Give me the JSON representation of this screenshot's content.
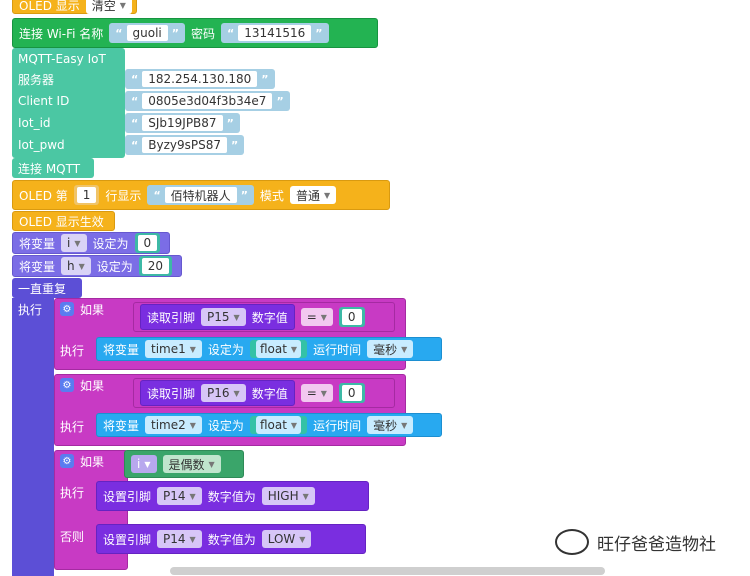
{
  "oled_show": {
    "label": "OLED 显示",
    "mode": "清空"
  },
  "wifi": {
    "label": "连接 Wi-Fi 名称",
    "ssid": "guoli",
    "pwd_label": "密码",
    "password": "13141516"
  },
  "mqtt": {
    "title": "MQTT-Easy IoT",
    "server_label": "服务器",
    "server": "182.254.130.180",
    "client_label": "Client ID",
    "client": "0805e3d04f3b34e7",
    "iotid_label": "Iot_id",
    "iotid": "SJb19JPB87",
    "iotpwd_label": "Iot_pwd",
    "iotpwd": "Byzy9sPS87"
  },
  "connect_mqtt": "连接 MQTT",
  "oled_line": {
    "oled": "OLED 第",
    "line": "1",
    "line_label": "行显示",
    "text": "佰特机器人",
    "mode_label": "模式",
    "mode": "普通"
  },
  "oled_effect": "OLED 显示生效",
  "set_i": {
    "label": "将变量",
    "var": "i",
    "to": "设定为",
    "value": "0"
  },
  "set_h": {
    "label": "将变量",
    "var": "h",
    "to": "设定为",
    "value": "20"
  },
  "loop": {
    "label": "一直重复",
    "do": "执行"
  },
  "if1": {
    "if": "如果",
    "read": "读取引脚",
    "pin": "P15",
    "dv": "数字值",
    "op": "=",
    "value": "0",
    "do": "执行",
    "set": "将变量",
    "var": "time1",
    "to": "设定为",
    "type": "float",
    "runtime": "运行时间",
    "unit": "毫秒"
  },
  "if2": {
    "if": "如果",
    "read": "读取引脚",
    "pin": "P16",
    "dv": "数字值",
    "op": "=",
    "value": "0",
    "do": "执行",
    "set": "将变量",
    "var": "time2",
    "to": "设定为",
    "type": "float",
    "runtime": "运行时间",
    "unit": "毫秒"
  },
  "if3": {
    "if": "如果",
    "var": "i",
    "cond": "是偶数",
    "do": "执行",
    "else": "否则",
    "set1": "设置引脚",
    "pin1": "P14",
    "dv1": "数字值为",
    "level1": "HIGH",
    "set2": "设置引脚",
    "pin2": "P14",
    "dv2": "数字值为",
    "level2": "LOW"
  },
  "watermark": "旺仔爸爸造物社"
}
